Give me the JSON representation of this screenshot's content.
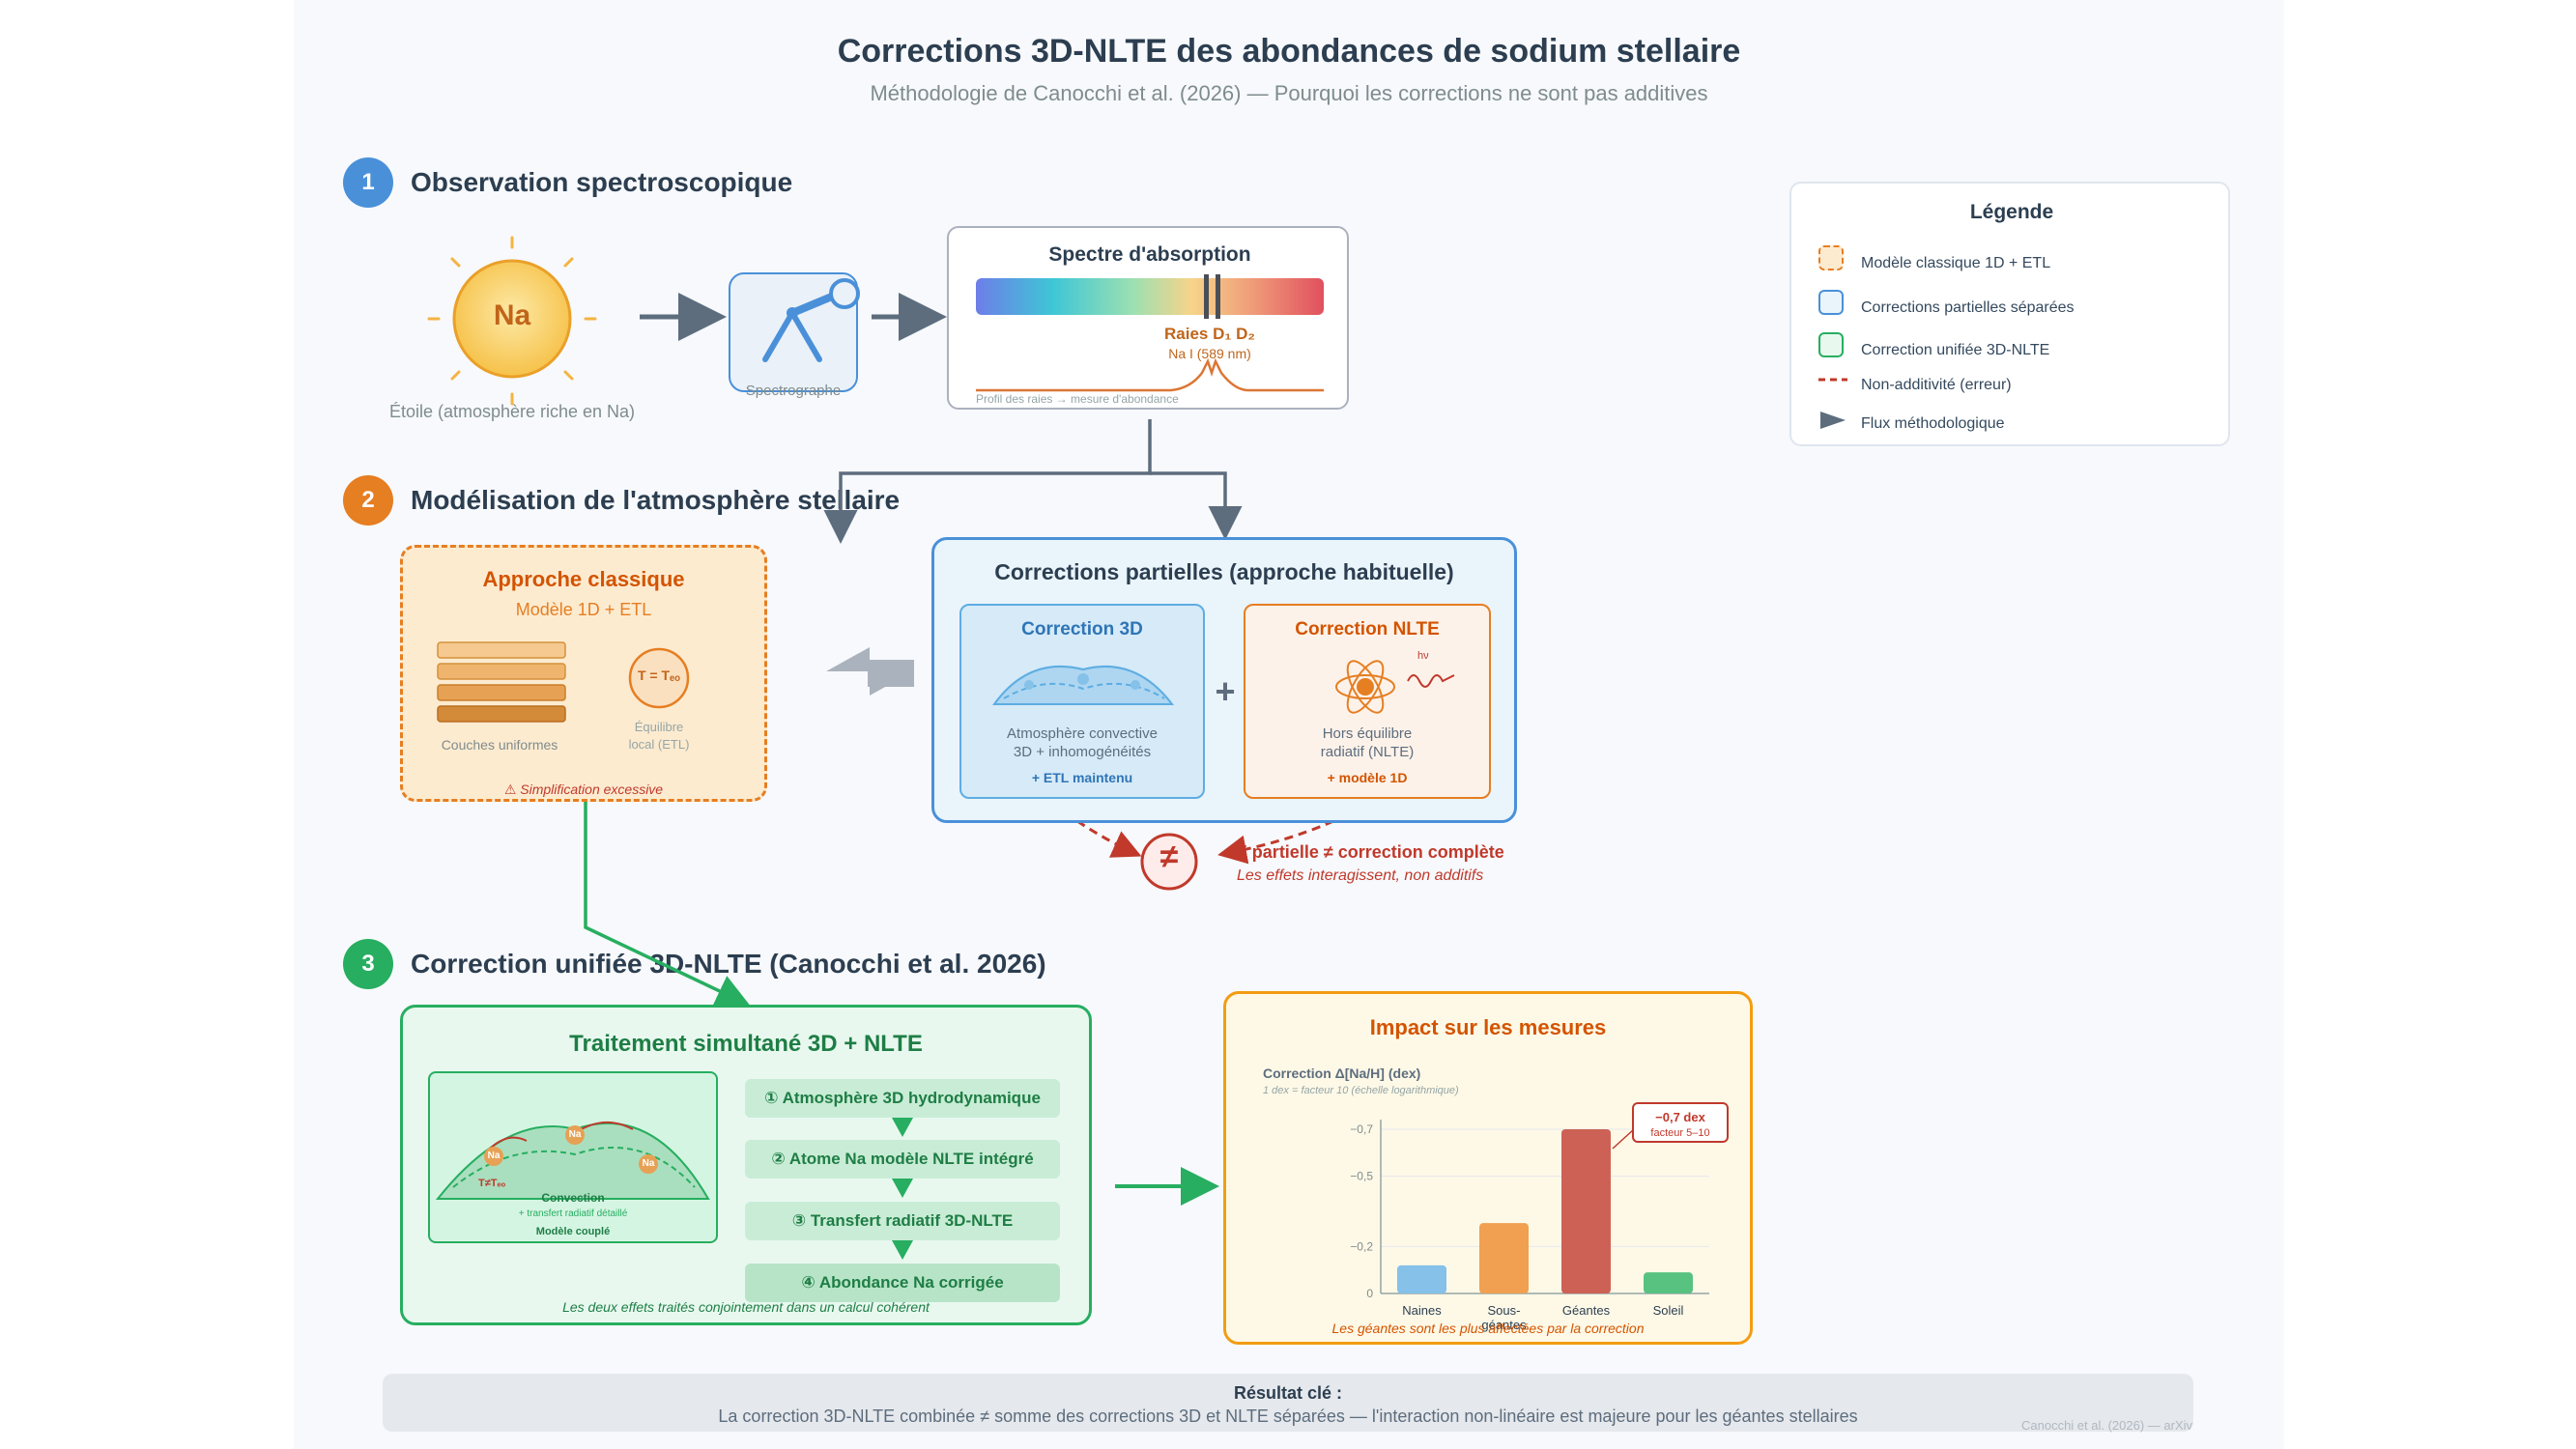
{
  "header": {
    "title": "Corrections 3D-NLTE des abondances de sodium stellaire",
    "subtitle": "Méthodologie de Canocchi et al. (2026) — Pourquoi les corrections ne sont pas additives"
  },
  "sections": {
    "s1": {
      "number": "1",
      "title": "Observation spectroscopique"
    },
    "s2": {
      "number": "2",
      "title": "Modélisation de l'atmosphère stellaire"
    },
    "s3": {
      "number": "3",
      "title": "Correction unifiée 3D-NLTE (Canocchi et al. 2026)"
    }
  },
  "observation": {
    "star_label": "Na",
    "star_caption": "Étoile (atmosphère riche en Na)",
    "spectrograph_caption": "Spectrographe",
    "spectrum_title": "Spectre d'absorption",
    "lines_label": "Raies D₁ D₂",
    "lines_sub": "Na I (589 nm)",
    "profile_caption": "Profil des raies → mesure d'abondance"
  },
  "legend": {
    "title": "Légende",
    "items": [
      "Modèle classique 1D + ETL",
      "Corrections partielles séparées",
      "Correction unifiée 3D-NLTE",
      "Non-additivité (erreur)",
      "Flux méthodologique"
    ]
  },
  "classic": {
    "title": "Approche classique",
    "subtitle": "Modèle 1D + ETL",
    "layers_caption": "Couches uniformes",
    "equilibrium_symbol": "T = Tₑₒ",
    "equilibrium_caption_1": "Équilibre",
    "equilibrium_caption_2": "local (ETL)",
    "warning": "⚠ Simplification excessive"
  },
  "partial": {
    "title": "Corrections partielles (approche habituelle)",
    "c3d": {
      "title": "Correction 3D",
      "line1": "Atmosphère convective",
      "line2": "3D + inhomogénéités",
      "note": "+ ETL maintenu"
    },
    "plus": "+",
    "nlte": {
      "title": "Correction NLTE",
      "photon": "hν",
      "line1": "Hors équilibre",
      "line2": "radiatif (NLTE)",
      "note": "+ modèle 1D"
    },
    "neq_symbol": "≠",
    "neq_text": "Σ partielle ≠ correction complète",
    "neq_sub": "Les effets interagissent, non additifs"
  },
  "unified": {
    "title": "Traitement simultané 3D + NLTE",
    "model_na": "Na",
    "model_t": "T≠Tₑₒ",
    "model_conv": "Convection",
    "model_rt": "+ transfert radiatif détaillé",
    "model_caption": "Modèle couplé",
    "steps": [
      "① Atmosphère 3D hydrodynamique",
      "② Atome Na modèle NLTE intégré",
      "③ Transfert radiatif 3D-NLTE",
      "④ Abondance Na corrigée"
    ],
    "footnote": "Les deux effets traités conjointement dans un calcul cohérent"
  },
  "impact": {
    "title": "Impact sur les mesures",
    "callout_value": "−0,7 dex",
    "callout_sub": "facteur 5–10",
    "footnote": "Les géantes sont les plus affectées par la correction"
  },
  "chart_data": {
    "type": "bar",
    "title": "Correction Δ[Na/H] (dex)",
    "subtitle": "1 dex = facteur 10 (échelle logarithmique)",
    "categories": [
      "Naines",
      "Sous-géantes",
      "Géantes",
      "Soleil"
    ],
    "category_lines": [
      [
        "Naines"
      ],
      [
        "Sous-",
        "géantes"
      ],
      [
        "Géantes"
      ],
      [
        "Soleil"
      ]
    ],
    "values": [
      -0.12,
      -0.3,
      -0.7,
      -0.09
    ],
    "ytick_values": [
      0,
      -0.2,
      -0.5,
      -0.7
    ],
    "ytick_labels": [
      "0",
      "−0,2",
      "−0,5",
      "−0,7"
    ],
    "ylim": [
      0,
      -0.7
    ],
    "colors": [
      "#85c1e9",
      "#f0a050",
      "#cd6155",
      "#58c281"
    ],
    "grid": true
  },
  "result": {
    "title": "Résultat clé :",
    "text": "La correction 3D-NLTE combinée ≠ somme des corrections 3D et NLTE séparées — l'interaction non-linéaire est majeure pour les géantes stellaires"
  },
  "credit": "Canocchi et al. (2026) — arXiv",
  "colors": {
    "blue": "#4a90d9",
    "orange": "#e67e22",
    "green": "#27ae60",
    "red": "#c0392b",
    "dark": "#2c3e50"
  }
}
